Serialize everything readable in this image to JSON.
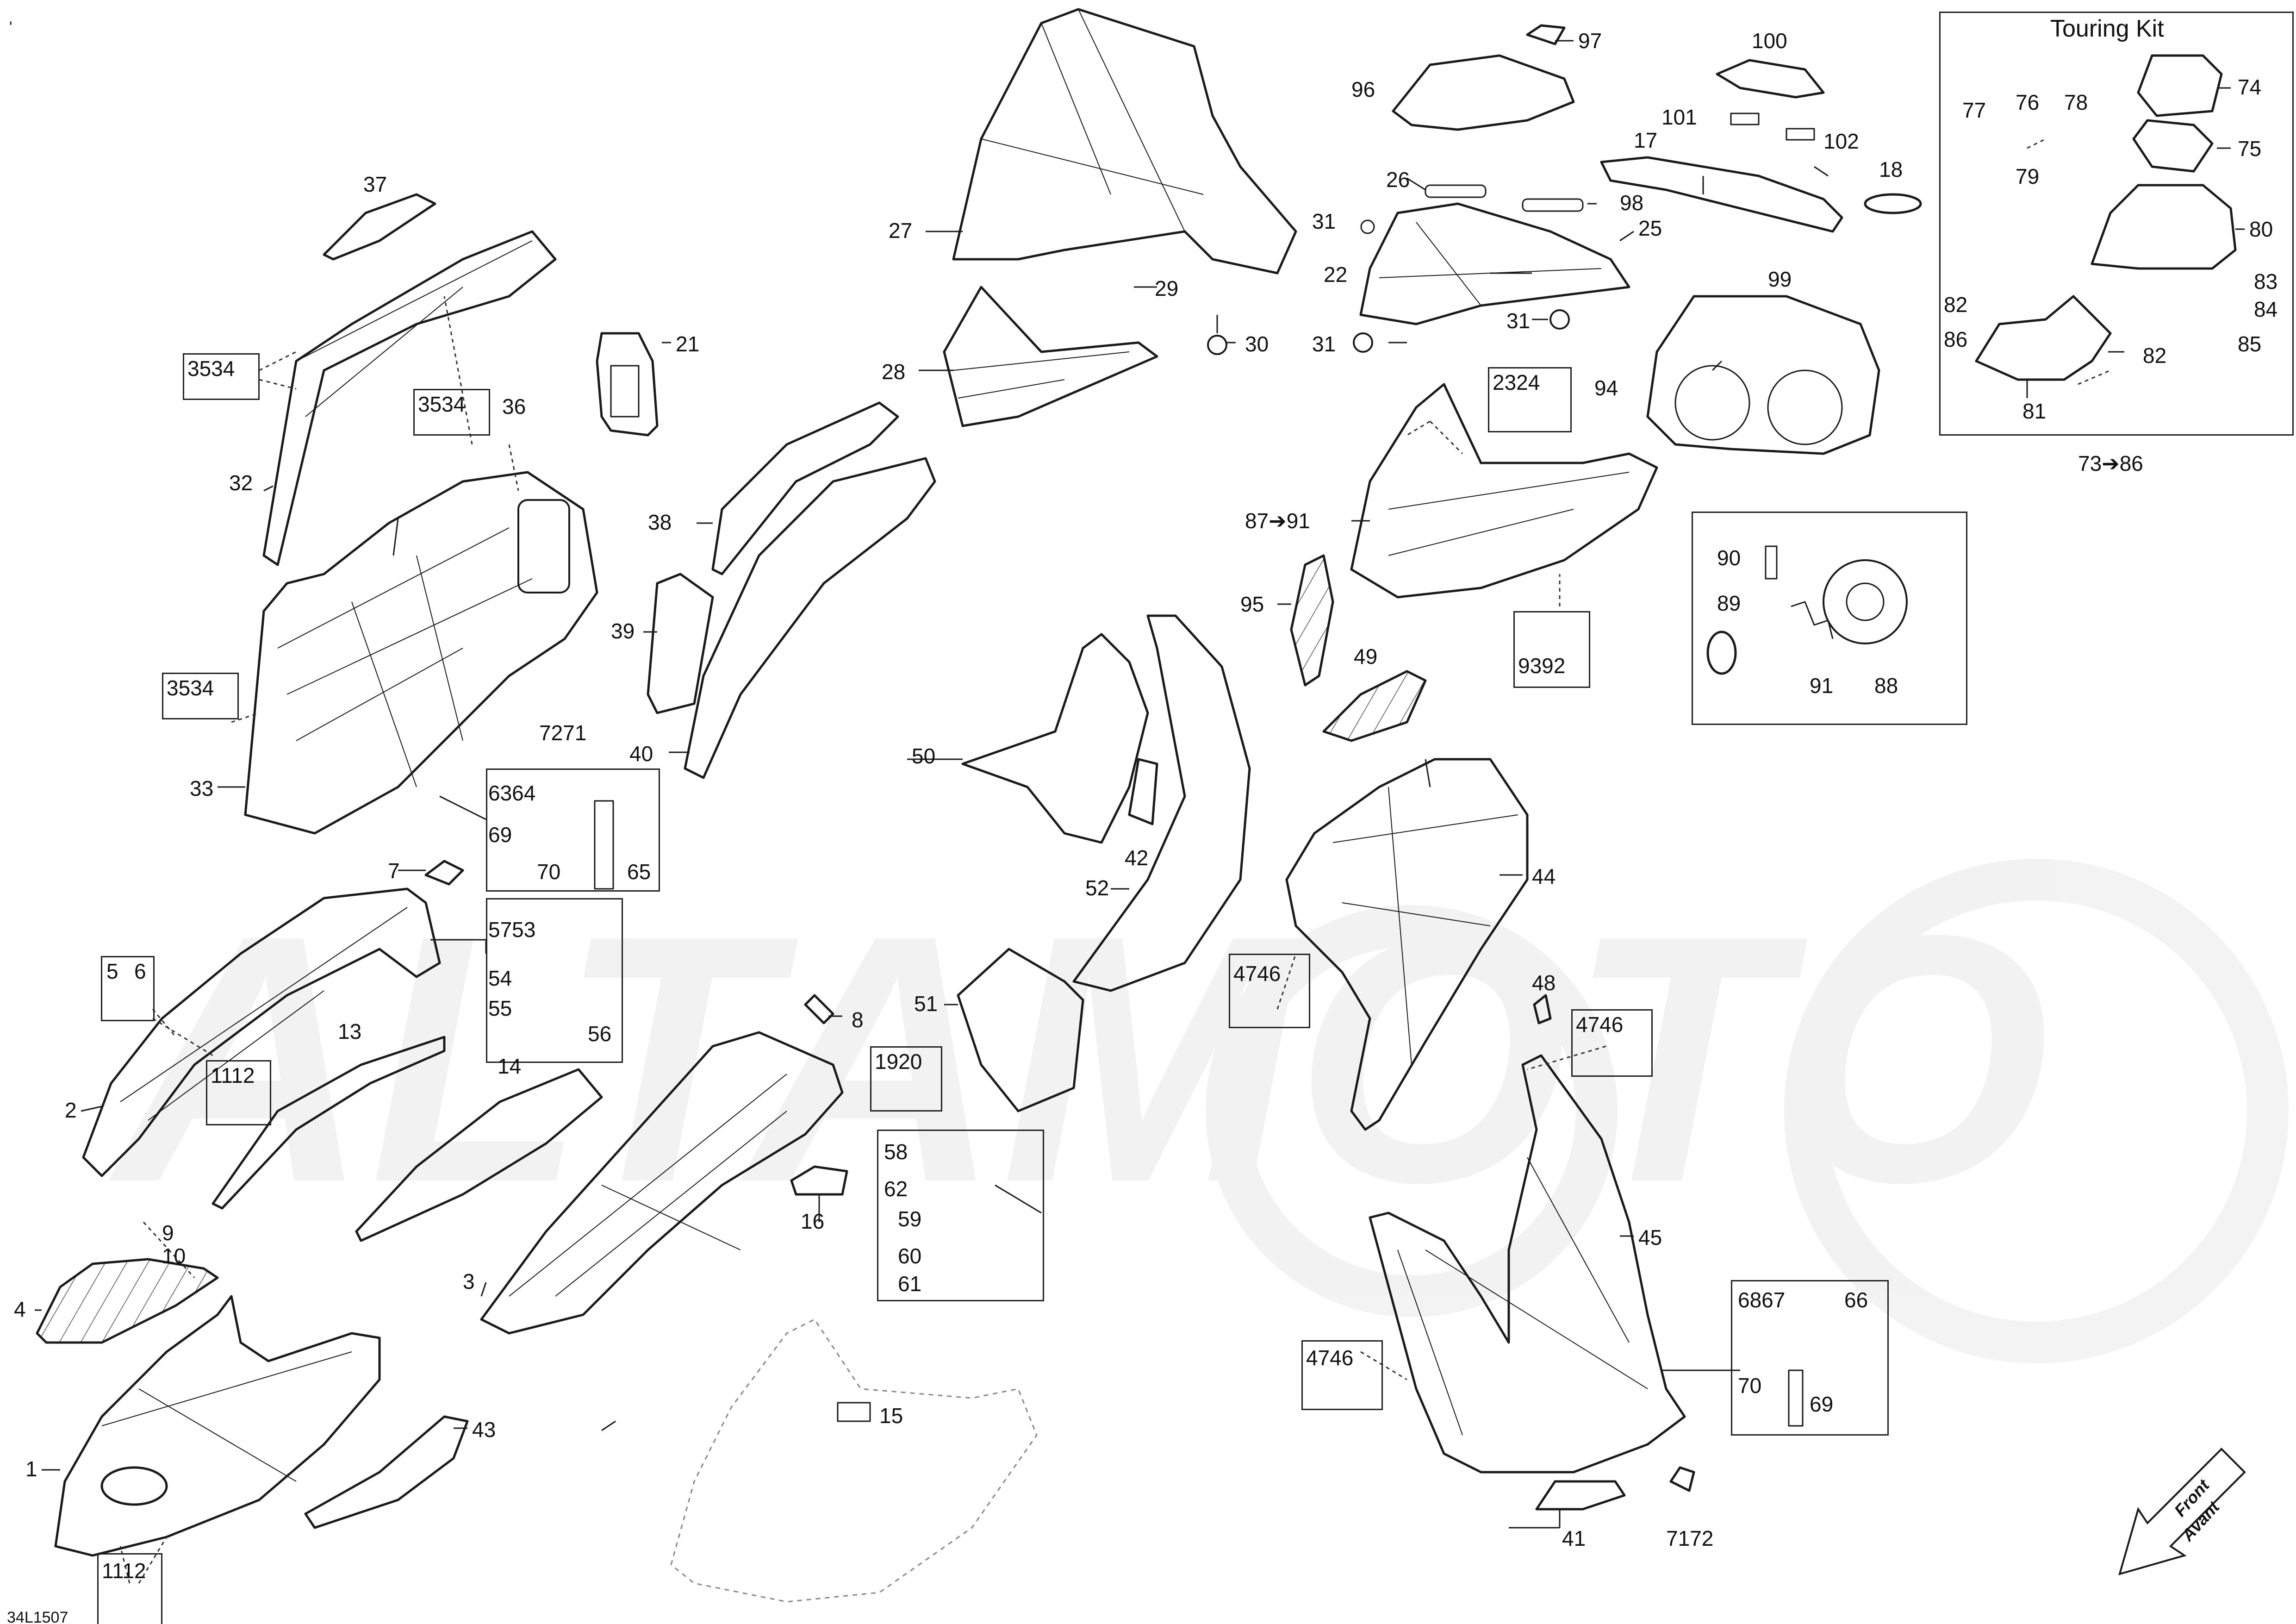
{
  "diagram": {
    "code": "34L1507",
    "corner_mark": "'",
    "touring_kit_title": "Touring Kit",
    "touring_kit_range": "73➔86",
    "front_label": "Front",
    "avant_label": "Avant",
    "watermark": "ALTAMOTO",
    "labels": [
      "1",
      "2",
      "3",
      "4",
      "5",
      "6",
      "7",
      "8",
      "9",
      "10",
      "1112",
      "13",
      "14",
      "15",
      "16",
      "17",
      "18",
      "1920",
      "21",
      "22",
      "2324",
      "25",
      "26",
      "27",
      "28",
      "29",
      "30",
      "31",
      "31",
      "31",
      "32",
      "33",
      "3534",
      "3534",
      "3534",
      "36",
      "37",
      "38",
      "39",
      "40",
      "41",
      "42",
      "43",
      "44",
      "45",
      "4746",
      "4746",
      "4746",
      "48",
      "49",
      "50",
      "51",
      "52",
      "5753",
      "54",
      "55",
      "56",
      "58",
      "62",
      "59",
      "60",
      "61",
      "6364",
      "69",
      "70",
      "65",
      "7271",
      "7172",
      "6867",
      "66",
      "70",
      "69",
      "74",
      "77",
      "76",
      "78",
      "79",
      "75",
      "80",
      "82",
      "83",
      "84",
      "86",
      "85",
      "82",
      "81",
      "87➔91",
      "94",
      "95",
      "9392",
      "99",
      "100",
      "101",
      "102",
      "96",
      "97",
      "98",
      "90",
      "89",
      "91",
      "88",
      "1112"
    ]
  }
}
